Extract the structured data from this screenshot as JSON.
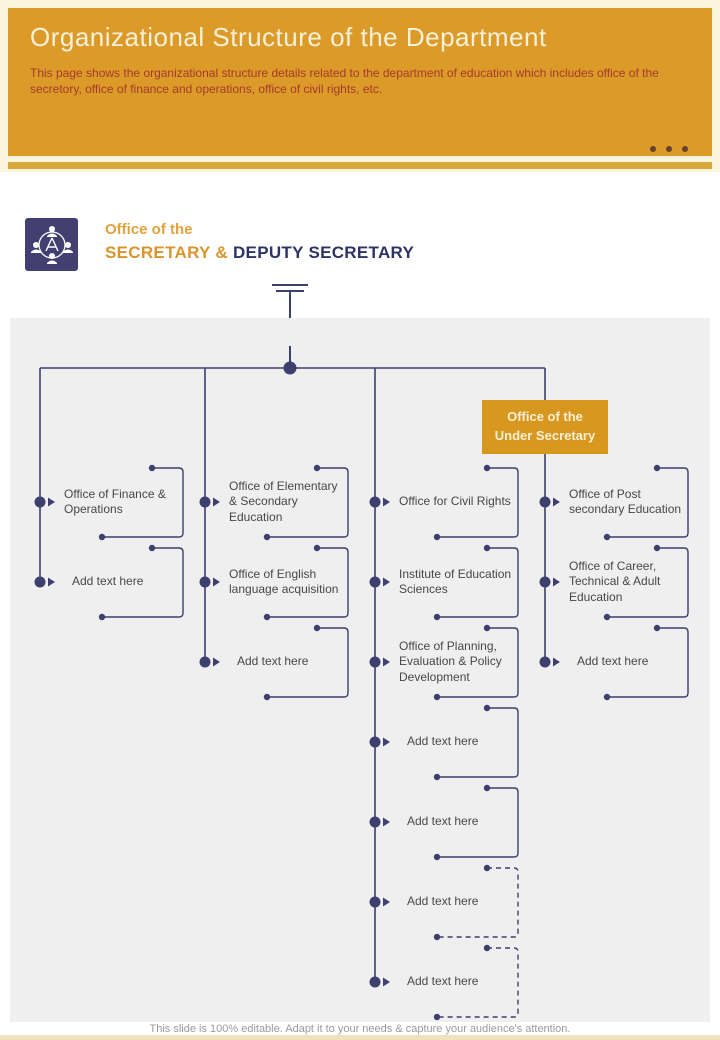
{
  "slide": {
    "title": "Organizational Structure of the Department",
    "subtitle": "This page shows the organizational structure details related to the department of education which includes office of the secretory, office of finance and operations, office of civil rights, etc.",
    "footer": "This slide is 100% editable.  Adapt it to your needs & capture your audience's attention."
  },
  "secretary_header": {
    "line1": "Office of the",
    "line2_gold": "SECRETARY & ",
    "line2_navy": "DEPUTY SECRETARY",
    "icon": "org-people-icon"
  },
  "under_secretary_box": {
    "line1": "Office of the",
    "line2": "Under Secretary"
  },
  "colors": {
    "header_orange": "#DC9B28",
    "gold_strip": "#D9A73B",
    "subtitle_red": "#A43A2C",
    "title_cream": "#F4F0DA",
    "icon_purple": "#434071",
    "secretary_gold": "#D9952C",
    "secretary_navy": "#2E3365",
    "chart_bg": "#F0EFEF",
    "line_navy": "#3D3F6E",
    "box_text_gray": "#474747",
    "under_secretary_orange": "#D8971F",
    "footer_gray": "#9B9B9B"
  },
  "chart_data": {
    "type": "org-tree",
    "root": "Office of the Secretary & Deputy Secretary",
    "highlight_node": "Office of the Under Secretary",
    "legend_position": "none",
    "grid": false,
    "columns": [
      {
        "items": [
          {
            "label": "Office of Finance & Operations"
          },
          {
            "label": "Add text here"
          }
        ]
      },
      {
        "items": [
          {
            "label": "Office of Elementary & Secondary Education"
          },
          {
            "label": "Office of English language acquisition"
          },
          {
            "label": "Add text here"
          }
        ]
      },
      {
        "items": [
          {
            "label": "Office for Civil Rights"
          },
          {
            "label": "Institute of Education Sciences"
          },
          {
            "label": "Office of Planning, Evaluation & Policy Development"
          },
          {
            "label": "Add text here"
          },
          {
            "label": "Add text here"
          },
          {
            "label": "Add text here",
            "dashed": true
          },
          {
            "label": "Add text here",
            "dashed": true
          }
        ]
      },
      {
        "items": [
          {
            "label": "Office of Post secondary Education"
          },
          {
            "label": "Office of Career, Technical & Adult Education"
          },
          {
            "label": "Add text here"
          }
        ]
      }
    ]
  }
}
